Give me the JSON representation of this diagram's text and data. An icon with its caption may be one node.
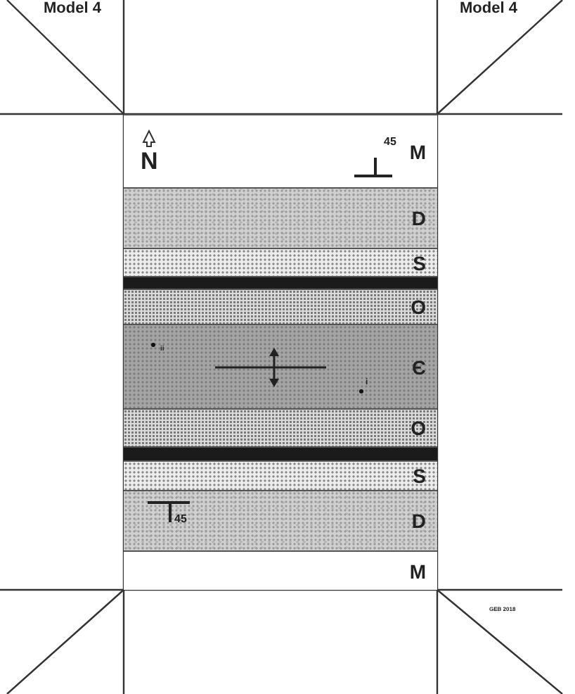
{
  "diagram": {
    "nodes": [
      {
        "text": [
          "M"
        ]
      },
      {
        "text": [
          "D"
        ]
      },
      {
        "text": [
          "S"
        ]
      },
      {
        "text": [],
        "shape": "bar"
      },
      {
        "text": [
          "O"
        ]
      },
      {
        "text": [
          "Є"
        ]
      },
      {
        "text": [
          "O"
        ]
      },
      {
        "text": [],
        "shape": "bar"
      },
      {
        "text": [
          "S"
        ]
      },
      {
        "text": [
          "D"
        ]
      },
      {
        "text": [
          "M"
        ]
      }
    ],
    "edges": [],
    "labels": [
      "Model 4",
      "Model 4",
      "N",
      "45",
      "ii",
      "i",
      "45",
      "GEB 2018"
    ]
  }
}
